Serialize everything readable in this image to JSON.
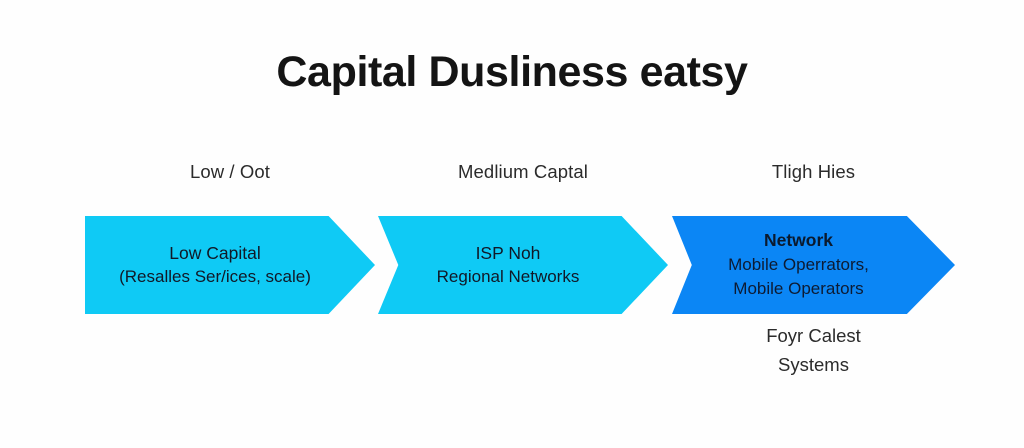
{
  "slide": {
    "title": "Capital Dusliness eatsy",
    "background_color": "#fefefe",
    "title_color": "#141414"
  },
  "stages": [
    {
      "caption": "Low / Oot",
      "head": "Low Capital",
      "detail": "(Resalles Ser/ices, scale)",
      "color": "#0fcaf5"
    },
    {
      "caption": "Medlium Captal",
      "head": "ISP Noh",
      "detail": "Regional Networks",
      "color": "#0fcaf5"
    },
    {
      "caption": "Tligh Hies",
      "head": "Network",
      "detail": "Mobile Operrators,",
      "detail2": "Mobile Operators",
      "color": "#0b86f5"
    }
  ],
  "footnote": {
    "line1": "Foyr Calest",
    "line2": "Systems"
  }
}
